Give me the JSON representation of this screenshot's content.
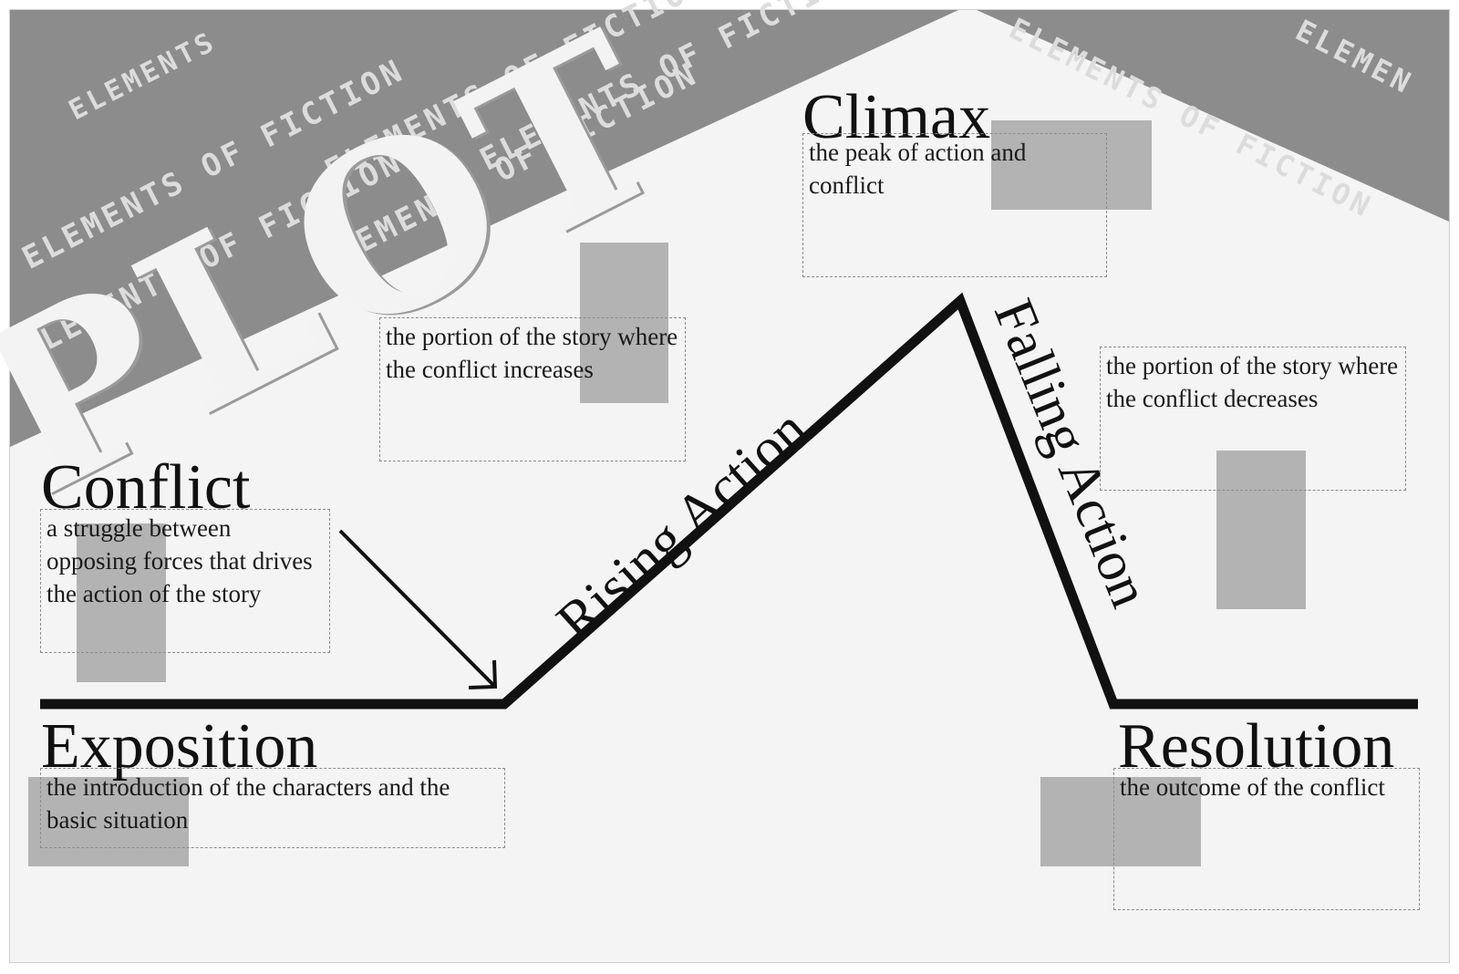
{
  "banner": {
    "title": "PLOT",
    "watermarks": [
      "ELEMENTS",
      "ELEMENTS OF FICTION",
      "ELEMENTS OF FICTION",
      "ELEMENTS OF FICTION",
      "ELEMENTS OF FICTION",
      "ELEMENTS OF FICTION",
      "ELEMENTS OF FICTION",
      "ELEMEN"
    ]
  },
  "stages": {
    "exposition": {
      "label": "Exposition",
      "description": "the introduction of the characters and the basic situation"
    },
    "conflict": {
      "label": "Conflict",
      "description": "a struggle between opposing forces that drives the action of the story"
    },
    "rising_action": {
      "label": "Rising Action",
      "description": "the portion of the story where the conflict increases"
    },
    "climax": {
      "label": "Climax",
      "description": "the peak of action and conflict"
    },
    "falling_action": {
      "label": "Falling Action",
      "description": "the portion of the story where the conflict decreases"
    },
    "resolution": {
      "label": "Resolution",
      "description": "the outcome of the conflict"
    }
  },
  "colors": {
    "background": "#f4f4f4",
    "banner": "#8c8c8c",
    "placeholder_box": "#b3b3b3",
    "line": "#111111"
  }
}
